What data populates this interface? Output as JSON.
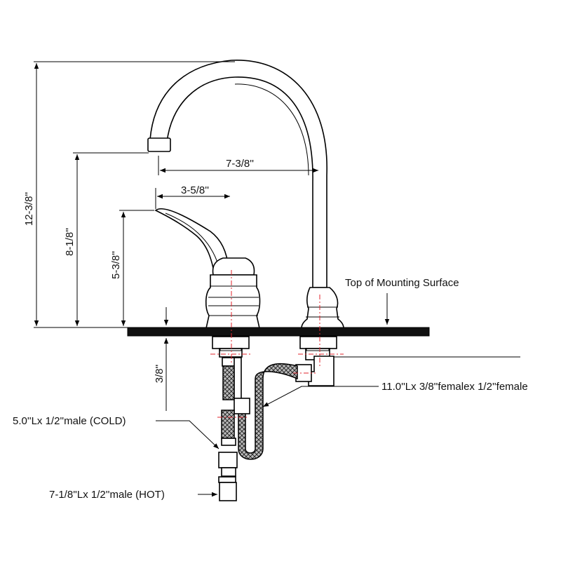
{
  "dimensions": {
    "overall_height": "12-3/8''",
    "spout_height": "8-1/8''",
    "handle_height": "5-3/8''",
    "spout_reach": "7-3/8''",
    "handle_reach": "3-5/8''",
    "deck_thickness": "3/8''"
  },
  "labels": {
    "mounting_surface": "Top of Mounting Surface",
    "spout_hose": "11.0''Lx 3/8''femalex 1/2''female",
    "cold_supply": "5.0''Lx 1/2''male (COLD)",
    "hot_supply": "7-1/8''Lx 1/2''male (HOT)"
  },
  "colors": {
    "line": "#000000",
    "centerline": "#e0262e",
    "background": "#ffffff"
  }
}
